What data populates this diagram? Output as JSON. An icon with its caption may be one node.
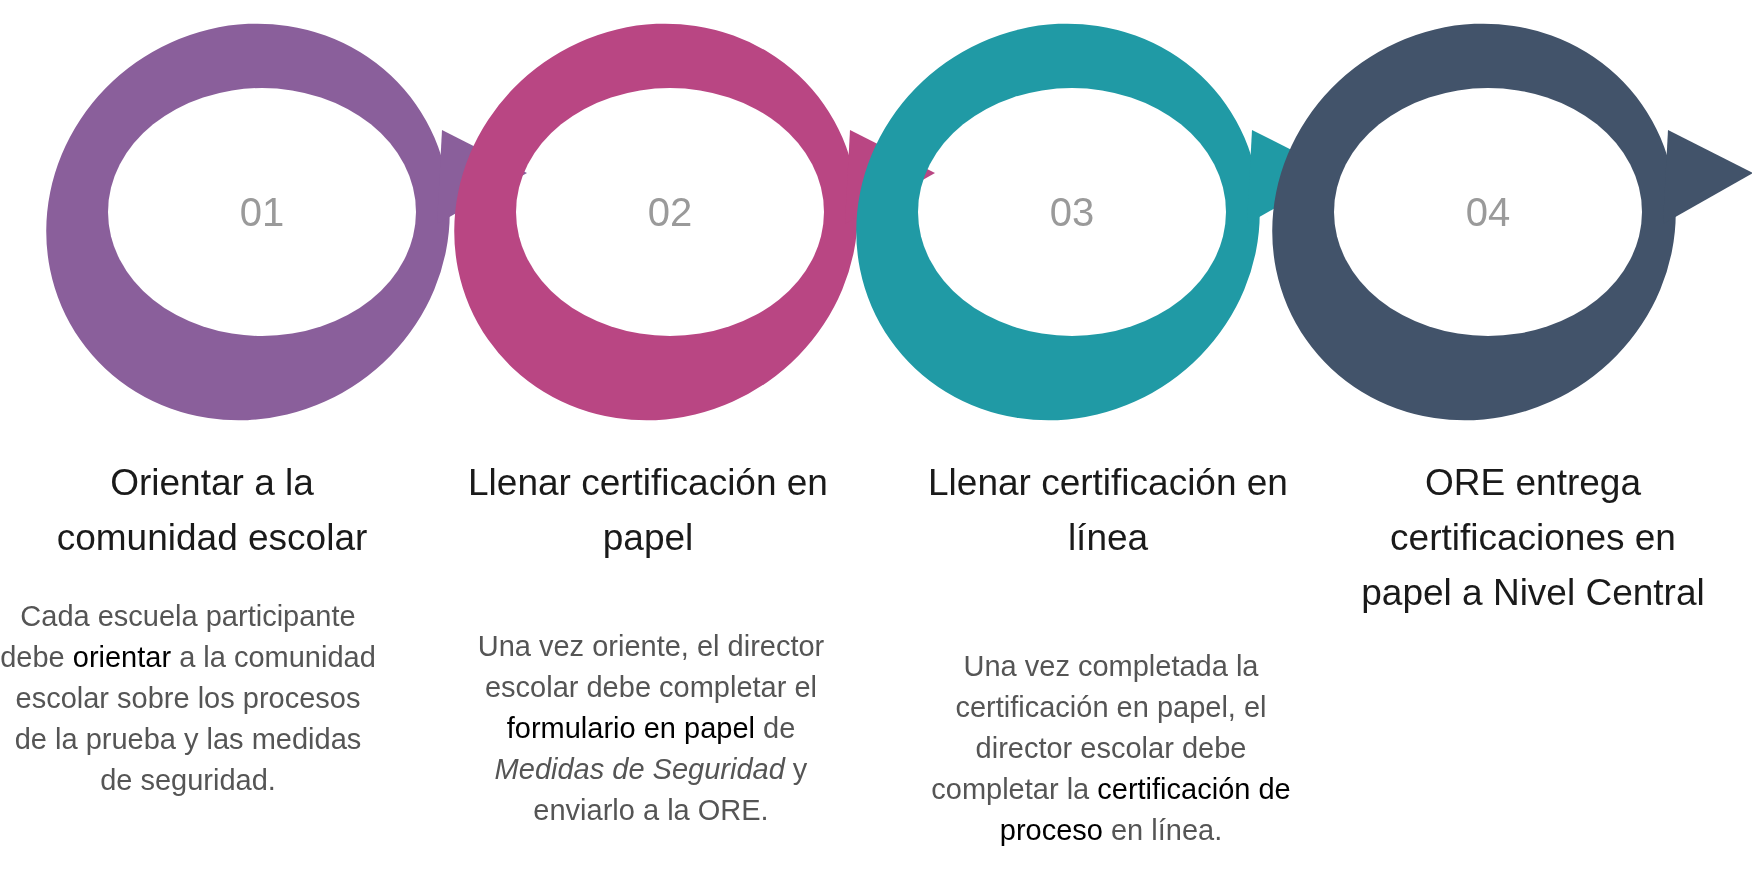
{
  "diagram": {
    "nodes": [
      {
        "text": [
          "01"
        ],
        "beside": [
          "Orientar a la comunidad escolar",
          "Cada escuela participante debe **orientar** a la comunidad escolar sobre los procesos de la prueba y las medidas de seguridad."
        ]
      },
      {
        "text": [
          "02"
        ],
        "beside": [
          "Llenar certificación en papel",
          "Una vez oriente, el director escolar debe completar el **formulario en papel** de *Medidas de Seguridad* y enviarlo a la ORE."
        ]
      },
      {
        "text": [
          "03"
        ],
        "beside": [
          "Llenar certificación en línea",
          "Una vez completada la certificación en papel, el director escolar debe completar la **certificación de proceso** en línea."
        ]
      },
      {
        "text": [
          "04"
        ],
        "beside": [
          "ORE entrega certificaciones en papel a Nivel Central"
        ]
      }
    ]
  }
}
